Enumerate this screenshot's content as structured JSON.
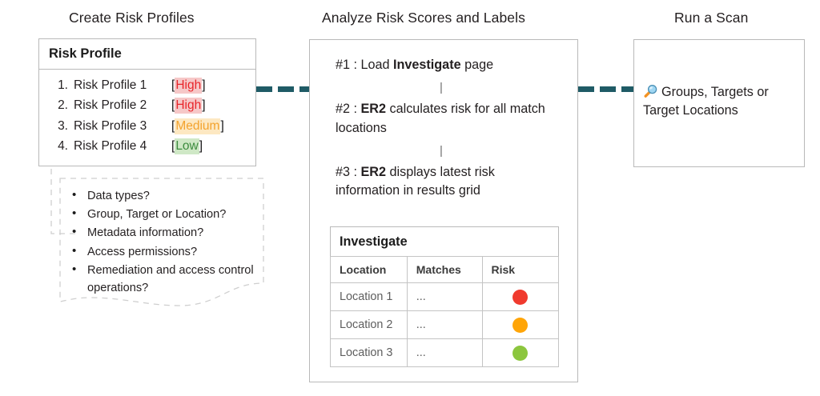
{
  "columns": {
    "left_title": "Create Risk Profiles",
    "middle_title": "Analyze Risk Scores and Labels",
    "right_title": "Run a Scan"
  },
  "risk_profile": {
    "header": "Risk Profile",
    "rows": [
      {
        "num": "1.",
        "label": "Risk Profile 1",
        "level": "High",
        "level_class": "hl-high"
      },
      {
        "num": "2.",
        "label": "Risk Profile 2",
        "level": "High",
        "level_class": "hl-high"
      },
      {
        "num": "3.",
        "label": "Risk Profile 3",
        "level": "Medium",
        "level_class": "hl-medium"
      },
      {
        "num": "4.",
        "label": "Risk Profile 4",
        "level": "Low",
        "level_class": "hl-low"
      }
    ],
    "bracket_open": "[",
    "bracket_close": "]"
  },
  "note_callout": {
    "items": [
      "Data types?",
      "Group, Target or Location?",
      "Metadata information?",
      "Access permissions?",
      "Remediation and access control operations?"
    ]
  },
  "analyze": {
    "steps": [
      {
        "prefix": "#1 : Load ",
        "bold": "Investigate",
        "suffix": " page"
      },
      {
        "prefix": "#2 : ",
        "bold": "ER2",
        "suffix": " calculates risk for all match locations"
      },
      {
        "prefix": "#3 : ",
        "bold": "ER2",
        "suffix": " displays latest risk information in results grid"
      }
    ],
    "separator": "|"
  },
  "investigate_table": {
    "title": "Investigate",
    "headers": [
      "Location",
      "Matches",
      "Risk"
    ],
    "rows": [
      {
        "location": "Location 1",
        "matches": "...",
        "risk_color": "#f03a2e"
      },
      {
        "location": "Location 2",
        "matches": "...",
        "risk_color": "#ffa508"
      },
      {
        "location": "Location 3",
        "matches": "...",
        "risk_color": "#8cc63e"
      }
    ]
  },
  "scan": {
    "icon": "magnifier-icon",
    "text": "Groups, Targets or Target Locations"
  },
  "colors": {
    "connector": "#1f5b66",
    "panel_border": "#b9b9b9",
    "dashed_leader": "#cccccc",
    "high": "#e8252a",
    "medium": "#f3a32e",
    "low": "#3c8b3e",
    "dot_red": "#f03a2e",
    "dot_orange": "#ffa508",
    "dot_green": "#8cc63e"
  }
}
